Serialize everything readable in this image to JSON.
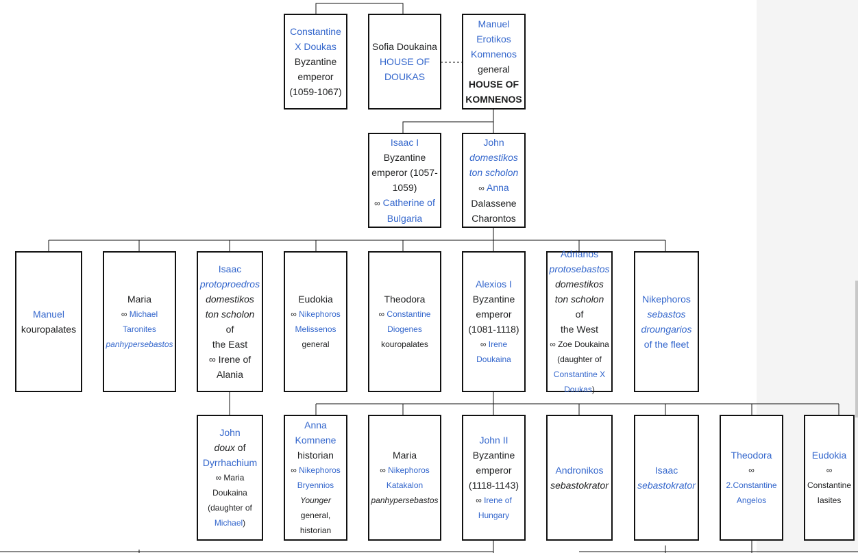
{
  "constantine_x": {
    "l1": "Constantine",
    "l2": "X Doukas",
    "l3": "Byzantine",
    "l4": "emperor",
    "l5": "(1059-1067)"
  },
  "sofia": {
    "l1": "Sofia Doukaina",
    "l2": "HOUSE OF",
    "l3": "DOUKAS"
  },
  "manuel_erotikos": {
    "l1": "Manuel",
    "l2": "Erotikos",
    "l3": "Komnenos",
    "l4": "general",
    "l5": "HOUSE OF",
    "l6": "KOMNENOS"
  },
  "isaac_i": {
    "l1": "Isaac I",
    "l2": "Byzantine",
    "l3": "emperor (1057-",
    "l4": "1059)",
    "l5_sym": "∞",
    "l5_link": "Catherine of",
    "l6": "Bulgaria"
  },
  "john_dom": {
    "l1": "John",
    "l2": "domestikos",
    "l3": "ton scholon",
    "l4_sym": "∞",
    "l4": "Anna",
    "l5": "Dalassene",
    "l6": "Charontos"
  },
  "manuel_k": {
    "l1": "Manuel",
    "l2": "kouropalates"
  },
  "maria1": {
    "l1": "Maria",
    "l2_sym": "∞",
    "l2": "Michael",
    "l3": "Taronites",
    "l4": "panhypersebastos"
  },
  "isaac_p": {
    "l1": "Isaac",
    "l2": "protoproedros",
    "l3": "domestikos",
    "l4a": "ton scholon",
    "l4b": " of",
    "l5": "the East",
    "l6": "∞ Irene of",
    "l7": "Alania"
  },
  "eudokia1": {
    "l1": "Eudokia",
    "l2_sym": "∞",
    "l2": "Nikephoros",
    "l3": "Melissenos",
    "l4": "general"
  },
  "theodora1": {
    "l1": "Theodora",
    "l2_sym": "∞",
    "l2": "Constantine",
    "l3": "Diogenes",
    "l4": "kouropalates"
  },
  "alexios": {
    "l1": "Alexios I",
    "l2": "Byzantine",
    "l3": "emperor",
    "l4": "(1081-1118)",
    "l5_sym": "∞",
    "l5": "Irene",
    "l6": "Doukaina"
  },
  "adrianos": {
    "l1": "Adrianos",
    "l2": "protosebastos",
    "l3": "domestikos",
    "l4a": "ton scholon",
    "l4b": " of",
    "l5": "the West",
    "l6": "∞ Zoe Doukaina",
    "l7": "(daughter of",
    "l8": "Constantine X",
    "l9": "Doukas",
    "l9b": ")"
  },
  "nikephoros": {
    "l1": "Nikephoros",
    "l2": "sebastos",
    "l3": "droungarios",
    "l4": "of the fleet"
  },
  "john_doux": {
    "l1": "John",
    "l2a": "doux",
    "l2b": " of",
    "l3": "Dyrrhachium",
    "l4": "∞ Maria",
    "l5": "Doukaina",
    "l6": "(daughter of",
    "l7": "Michael",
    "l7b": ")"
  },
  "anna": {
    "l1": "Anna",
    "l2": "Komnene",
    "l3": "historian",
    "l4_sym": "∞",
    "l4": "Nikephoros",
    "l5": "Bryennios",
    "l6": "Younger",
    "l7": "general,",
    "l8": "historian"
  },
  "maria2": {
    "l1": "Maria",
    "l2_sym": "∞",
    "l2": "Nikephoros",
    "l3": "Katakalon",
    "l4": "panhypersebastos"
  },
  "john_ii": {
    "l1": "John II",
    "l2": "Byzantine",
    "l3": "emperor",
    "l4": "(1118-1143)",
    "l5_sym": "∞",
    "l5": "Irene of",
    "l6": "Hungary"
  },
  "andronikos": {
    "l1": "Andronikos",
    "l2": "sebastokrator"
  },
  "isaac_s": {
    "l1": "Isaac",
    "l2": "sebastokrator"
  },
  "theodora2": {
    "l1": "Theodora",
    "l2": "∞",
    "l3": "2.Constantine",
    "l4": "Angelos"
  },
  "eudokia2": {
    "l1": "Eudokia",
    "l2": "∞",
    "l3": "Constantine",
    "l4": "Iasites"
  }
}
